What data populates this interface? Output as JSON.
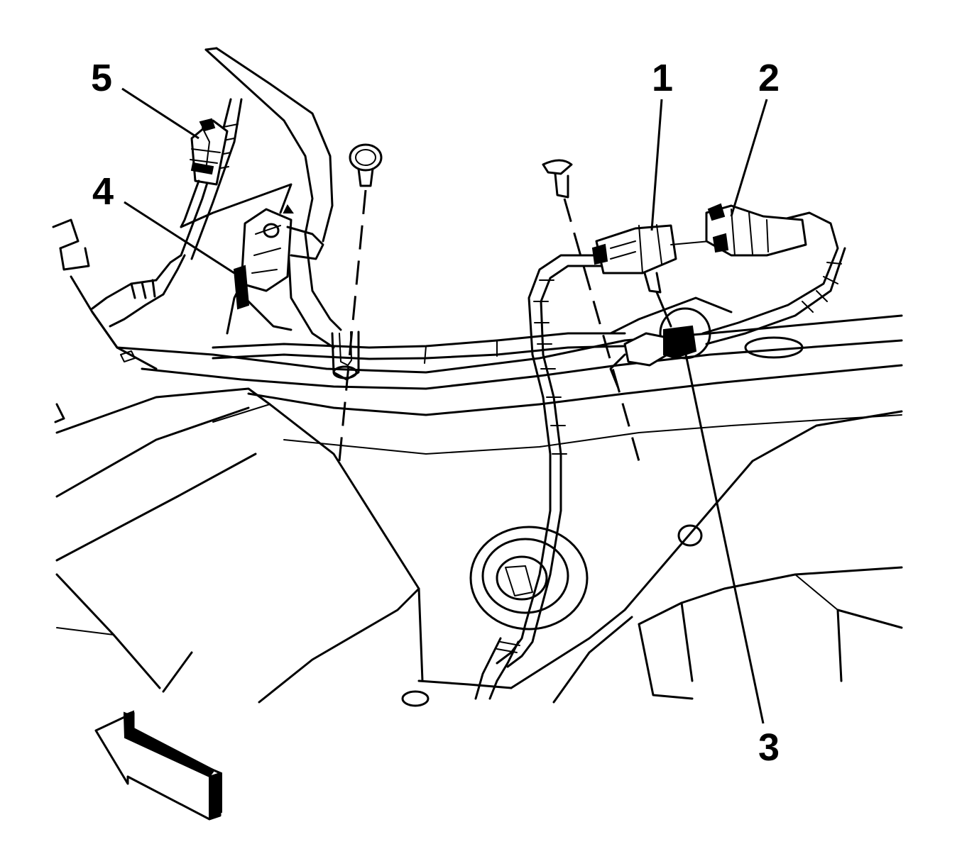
{
  "callouts": {
    "c1": "1",
    "c2": "2",
    "c3": "3",
    "c4": "4",
    "c5": "5"
  },
  "icons": {
    "direction_arrow": "front-direction-arrow-icon"
  },
  "colors": {
    "line": "#000000",
    "background": "#ffffff"
  }
}
